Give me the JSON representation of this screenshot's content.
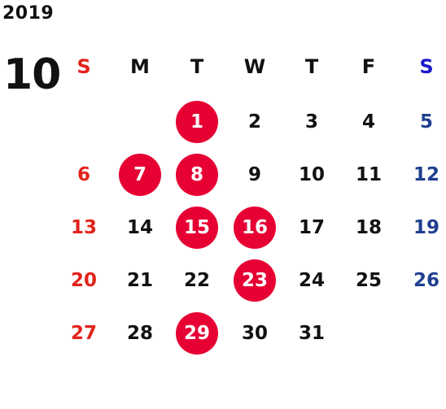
{
  "year": "2019",
  "month": "10",
  "weekdays": [
    {
      "label": "S",
      "color": "#e2231a"
    },
    {
      "label": "M",
      "color": "#111111"
    },
    {
      "label": "T",
      "color": "#111111"
    },
    {
      "label": "W",
      "color": "#111111"
    },
    {
      "label": "T",
      "color": "#111111"
    },
    {
      "label": "F",
      "color": "#111111"
    },
    {
      "label": "S",
      "color": "#1a1acc"
    }
  ],
  "colors": {
    "sunday": "#e2231a",
    "saturday": "#1f3f8f",
    "holiday_circle": "#e60033",
    "holiday_text": "#ffffff",
    "text": "#111111"
  },
  "weeks": [
    [
      null,
      null,
      {
        "day": "1",
        "highlight": true
      },
      {
        "day": "2",
        "highlight": false
      },
      {
        "day": "3",
        "highlight": false
      },
      {
        "day": "4",
        "highlight": false
      },
      {
        "day": "5",
        "highlight": false
      }
    ],
    [
      {
        "day": "6",
        "highlight": false
      },
      {
        "day": "7",
        "highlight": true
      },
      {
        "day": "8",
        "highlight": true
      },
      {
        "day": "9",
        "highlight": false
      },
      {
        "day": "10",
        "highlight": false
      },
      {
        "day": "11",
        "highlight": false
      },
      {
        "day": "12",
        "highlight": false
      }
    ],
    [
      {
        "day": "13",
        "highlight": false
      },
      {
        "day": "14",
        "highlight": false
      },
      {
        "day": "15",
        "highlight": true
      },
      {
        "day": "16",
        "highlight": true
      },
      {
        "day": "17",
        "highlight": false
      },
      {
        "day": "18",
        "highlight": false
      },
      {
        "day": "19",
        "highlight": false
      }
    ],
    [
      {
        "day": "20",
        "highlight": false
      },
      {
        "day": "21",
        "highlight": false
      },
      {
        "day": "22",
        "highlight": false
      },
      {
        "day": "23",
        "highlight": true
      },
      {
        "day": "24",
        "highlight": false
      },
      {
        "day": "25",
        "highlight": false
      },
      {
        "day": "26",
        "highlight": false
      }
    ],
    [
      {
        "day": "27",
        "highlight": false
      },
      {
        "day": "28",
        "highlight": false
      },
      {
        "day": "29",
        "highlight": true
      },
      {
        "day": "30",
        "highlight": false
      },
      {
        "day": "31",
        "highlight": false
      },
      null,
      null
    ]
  ]
}
